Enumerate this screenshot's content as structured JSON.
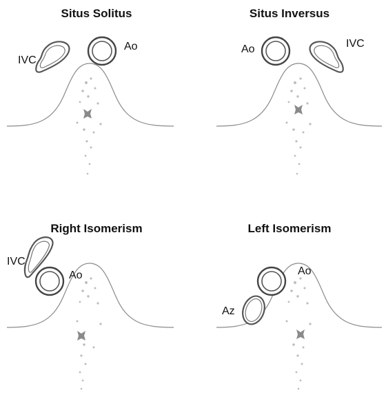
{
  "panels": [
    {
      "title": "Situs Solitus",
      "labels": [
        "IVC",
        "Ao"
      ]
    },
    {
      "title": "Situs Inversus",
      "labels": [
        "Ao",
        "IVC"
      ]
    },
    {
      "title": "Right Isomerism",
      "labels": [
        "IVC",
        "Ao"
      ]
    },
    {
      "title": "Left Isomerism",
      "labels": [
        "Ao",
        "Az"
      ]
    }
  ]
}
